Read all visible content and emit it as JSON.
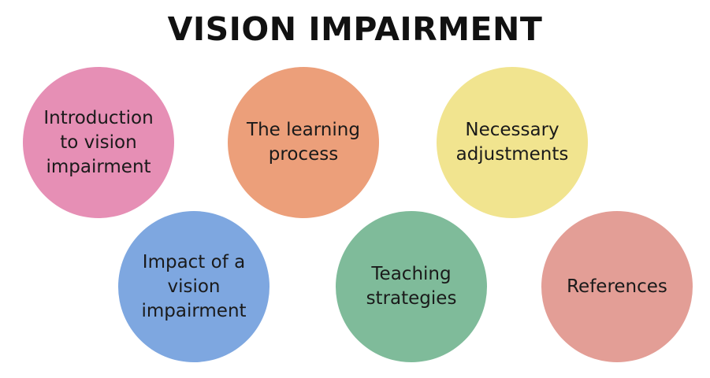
{
  "title": "VISION IMPAIRMENT",
  "topics": [
    {
      "label": "Introduction\nto vision\nimpairment",
      "color": "#e68fb5"
    },
    {
      "label": "The learning\nprocess",
      "color": "#ec9f7a"
    },
    {
      "label": "Necessary\nadjustments",
      "color": "#f1e48f"
    },
    {
      "label": "Impact of a\nvision\nimpairment",
      "color": "#7ea7e0"
    },
    {
      "label": "Teaching\nstrategies",
      "color": "#7fbb9a"
    },
    {
      "label": "References",
      "color": "#e39e96"
    }
  ]
}
